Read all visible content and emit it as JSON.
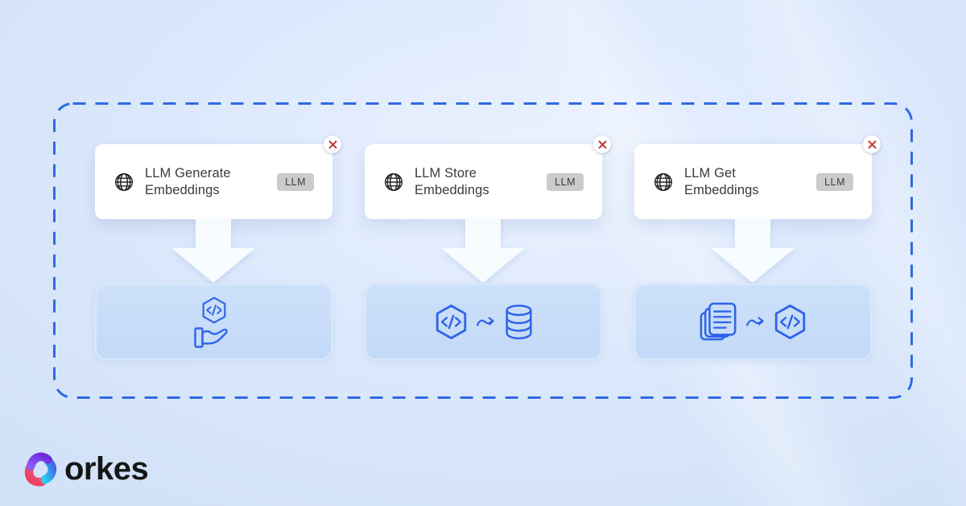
{
  "page": {
    "background_base": "#dde9fc",
    "accent_blue": "#2f6ae3"
  },
  "container": {
    "name": "workflow-group",
    "border_color": "#2f6ae3",
    "border_style": "dashed"
  },
  "tasks": [
    {
      "title": "LLM Generate Embeddings",
      "badge": "LLM",
      "task_icon": "globe-icon",
      "close_icon": "close-icon",
      "result_icon": "code-in-hand-icon"
    },
    {
      "title": "LLM Store Embeddings",
      "badge": "LLM",
      "task_icon": "globe-icon",
      "close_icon": "close-icon",
      "result_icon": "code-to-database-icon"
    },
    {
      "title": "LLM Get Embeddings",
      "badge": "LLM",
      "task_icon": "globe-icon",
      "close_icon": "close-icon",
      "result_icon": "documents-to-code-icon"
    }
  ],
  "flow": {
    "arrow_icon": "down-arrow-icon",
    "arrow_color": "#fafdff"
  },
  "colors": {
    "card_bg": "#ffffff",
    "badge_bg": "#cbcbcb",
    "badge_text": "#3c3c3c",
    "title_text": "#3b3b3b",
    "close_red": "#c23a31",
    "icon_blue": "#2f63e8",
    "result_box_bg": "#c9def8"
  },
  "logo": {
    "text": "orkes",
    "icon": "orkes-logo-icon",
    "icon_colors": {
      "purple_start": "#8b5cf6",
      "purple_end": "#6d28d9",
      "pink_start": "#f2587a",
      "pink_end": "#ee3b60",
      "blue_start": "#4169e8",
      "cyan_end": "#26cdf0"
    }
  }
}
